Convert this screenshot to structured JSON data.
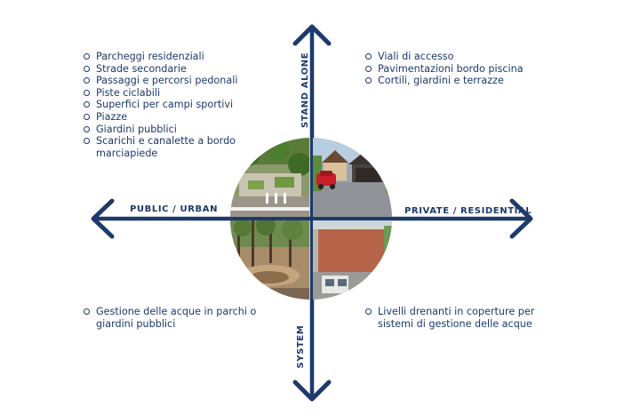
{
  "axes": {
    "top_label": "STAND ALONE",
    "bottom_label": "SYSTEM",
    "left_label": "PUBLIC / URBAN",
    "right_label": "PRIVATE / RESIDENTIAL",
    "color": "#1d3a6b"
  },
  "quadrants": {
    "top_left": {
      "items": [
        "Parcheggi residenziali",
        "Strade secondarie",
        "Passaggi e percorsi pedonali",
        "Piste ciclabili",
        "Superfici per campi sportivi",
        "Piazze",
        "Giardini pubblici",
        "Scarichi e canalette a bordo marciapiede"
      ]
    },
    "top_right": {
      "items": [
        "Viali di accesso",
        "Pavimentazioni bordo piscina",
        "Cortili, giardini e terrazze"
      ]
    },
    "bottom_left": {
      "items": [
        "Gestione delle acque in parchi o giardini pubblici"
      ]
    },
    "bottom_right": {
      "items": [
        "Livelli drenanti in coperture per sistemi di gestione delle acque"
      ]
    }
  },
  "photos": {
    "top_left": "public-garden-photo",
    "top_right": "residential-driveway-photo",
    "bottom_left": "park-water-management-photo",
    "bottom_right": "green-roof-drainage-photo"
  }
}
